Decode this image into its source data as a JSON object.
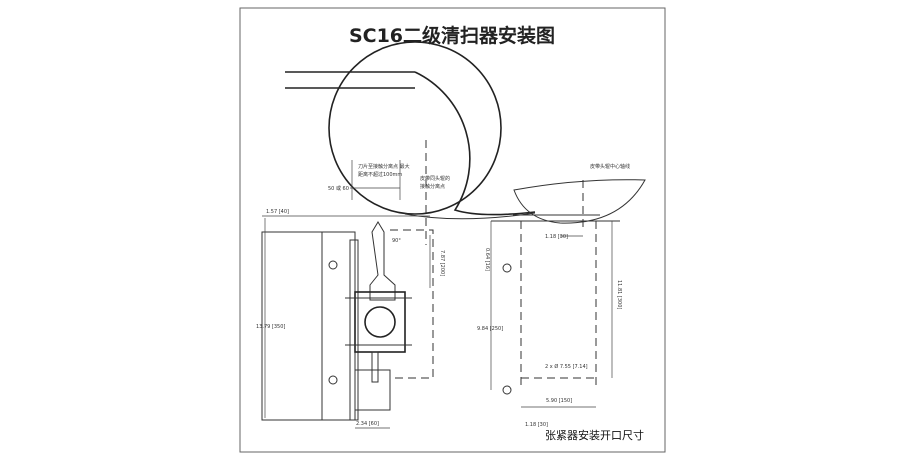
{
  "title": "SC16二级清扫器安装图",
  "caption": "张紧器安装开口尺寸",
  "notes": {
    "blade_distance": "刀片至接触分离点 最大",
    "blade_distance_2": "距离不超过100mm",
    "belt_contact": "皮带同头辊的",
    "belt_contact_2": "接触分离点",
    "center_line": "皮带头辊中心轴线",
    "angle": "90°"
  },
  "dimensions": {
    "d_50_60": "50 或 60",
    "d_157": "1.57 [40]",
    "d_1379": "13.79 [350]",
    "d_787": "7.87 [200]",
    "d_234": "2.34 [60]",
    "d_118_top": "1.18 [30]",
    "d_064": "0.64 [16]",
    "d_1181": "11.81 [300]",
    "d_984": "9.84 [250]",
    "d_holes": "2 x Ø 7.55 [7.14]",
    "d_590": "5.90 [150]",
    "d_118_bot": "1.18 [30]"
  }
}
